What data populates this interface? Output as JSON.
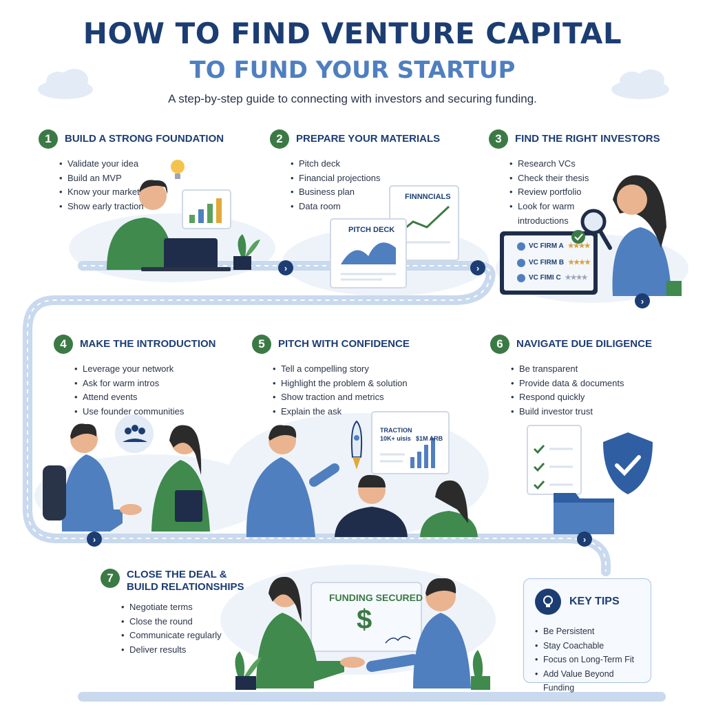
{
  "header": {
    "title_line1": "HOW TO FIND VENTURE CAPITAL",
    "title_line2": "TO FUND YOUR STARTUP",
    "subtitle": "A step-by-step guide to connecting with investors and securing funding."
  },
  "steps": [
    {
      "number": "1",
      "title": "BUILD A STRONG FOUNDATION",
      "bullets": [
        "Validate your idea",
        "Build an MVP",
        "Know your market",
        "Show early traction"
      ]
    },
    {
      "number": "2",
      "title": "PREPARE YOUR MATERIALS",
      "bullets": [
        "Pitch deck",
        "Financial projections",
        "Business plan",
        "Data room"
      ]
    },
    {
      "number": "3",
      "title": "FIND THE RIGHT INVESTORS",
      "bullets": [
        "Research VCs",
        "Check their thesis",
        "Review portfolio",
        "Look for warm introductions"
      ]
    },
    {
      "number": "4",
      "title": "MAKE THE INTRODUCTION",
      "bullets": [
        "Leverage your network",
        "Ask for warm intros",
        "Attend events",
        "Use founder communities"
      ]
    },
    {
      "number": "5",
      "title": "PITCH WITH CONFIDENCE",
      "bullets": [
        "Tell a compelling story",
        "Highlight the problem & solution",
        "Show traction and metrics",
        "Explain the ask"
      ]
    },
    {
      "number": "6",
      "title": "NAVIGATE DUE DILIGENCE",
      "bullets": [
        "Be transparent",
        "Provide data & documents",
        "Respond quickly",
        "Build investor trust"
      ]
    },
    {
      "number": "7",
      "title_line1": "CLOSE THE DEAL &",
      "title_line2": "BUILD RELATIONSHIPS",
      "bullets": [
        "Negotiate terms",
        "Close the round",
        "Communicate regularly",
        "Deliver results"
      ]
    }
  ],
  "illustrations": {
    "financials_label": "FINNNCIALS",
    "pitch_deck_label": "PITCH DECK",
    "vc_firms": [
      {
        "name": "VC FIRM A",
        "stars": "★★★★"
      },
      {
        "name": "VC FIRM B",
        "stars": "★★★★"
      },
      {
        "name": "VC FIMI C",
        "stars": "★★★★"
      }
    ],
    "traction_label": "TRACTION",
    "traction_value": "10K+ uisis",
    "arr_value": "$1M ARB",
    "funding_label": "FUNDING SECURED",
    "funding_symbol": "$"
  },
  "key_tips": {
    "title": "KEY TIPS",
    "items": [
      "Be Persistent",
      "Stay Coachable",
      "Focus on Long-Term Fit",
      "Add Value Beyond Funding"
    ]
  },
  "colors": {
    "navy": "#1c3d72",
    "accent_blue": "#4f7fbf",
    "green": "#3b7a45",
    "path": "#c9d9ee"
  }
}
